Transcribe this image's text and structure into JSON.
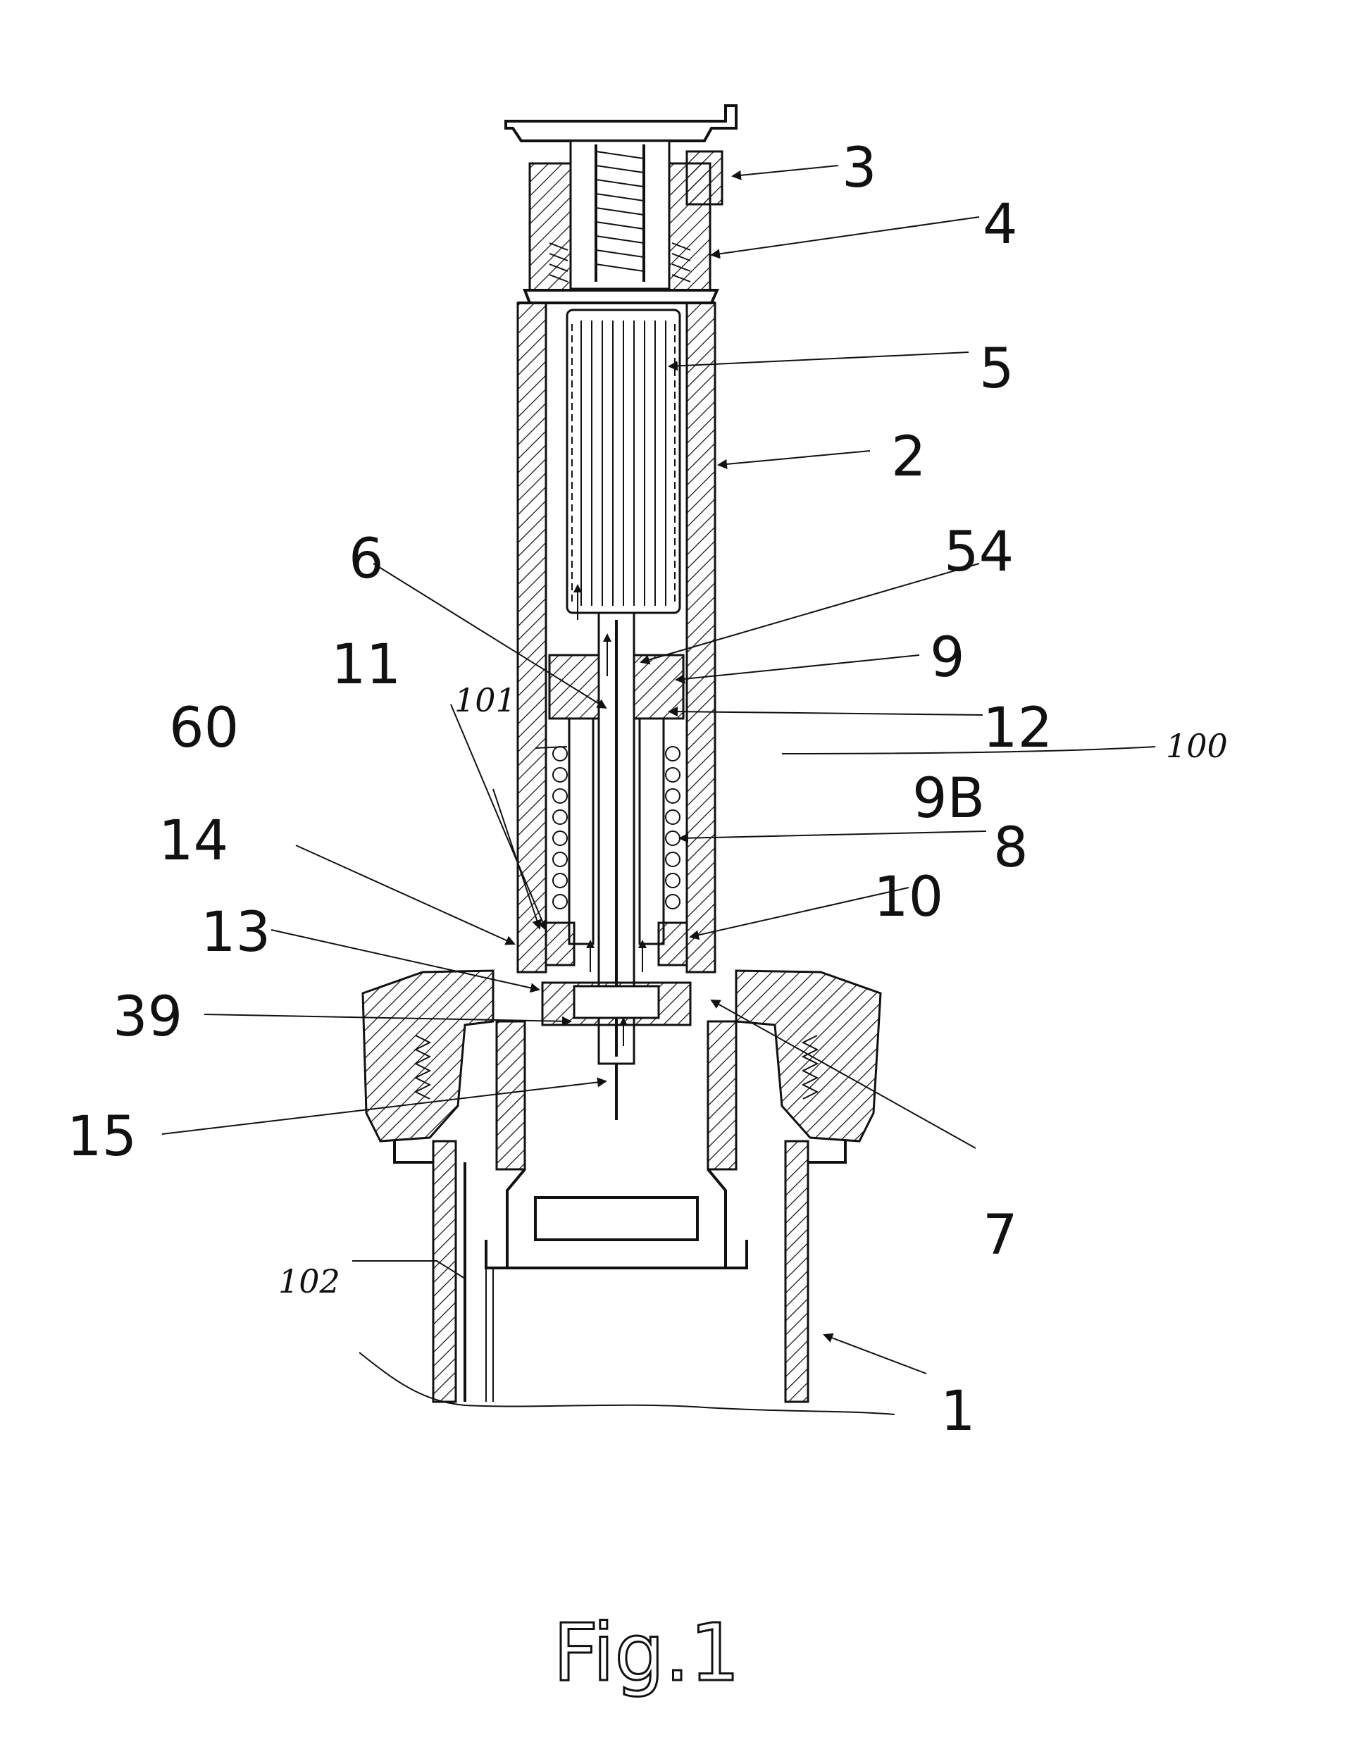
{
  "figure": {
    "caption": "Fig.1"
  },
  "labels": {
    "l3": "3",
    "l4": "4",
    "l5": "5",
    "l2": "2",
    "l54": "54",
    "l6": "6",
    "l9": "9",
    "l11": "11",
    "l101": "101",
    "l60": "60",
    "l12": "12",
    "l100": "100",
    "l9b": "9B",
    "l14": "14",
    "l8": "8",
    "l10": "10",
    "l13": "13",
    "l39": "39",
    "l15": "15",
    "l7": "7",
    "l102": "102",
    "l1": "1"
  }
}
